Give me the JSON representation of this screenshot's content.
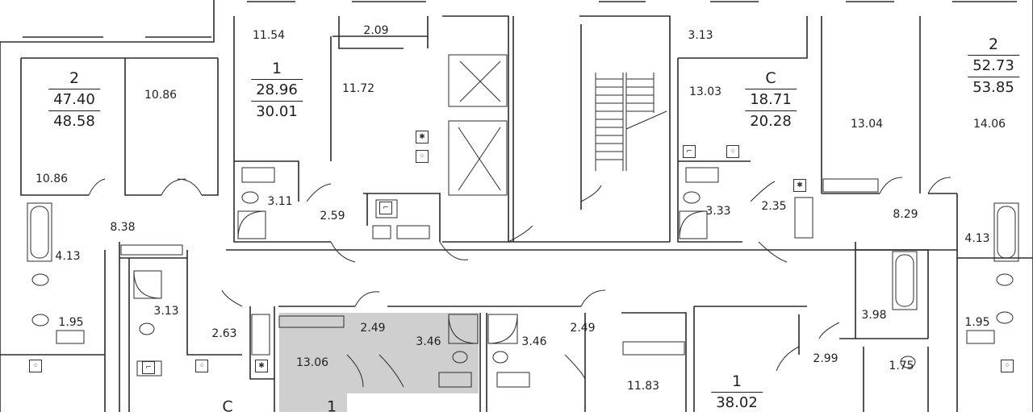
{
  "apartments": [
    {
      "id": "a1",
      "rooms": "2",
      "living": "47.40",
      "total": "48.58"
    },
    {
      "id": "a2",
      "rooms": "1",
      "living": "28.96",
      "total": "30.01"
    },
    {
      "id": "a3",
      "rooms": "С",
      "living": "18.71",
      "total": "20.28"
    },
    {
      "id": "a4",
      "rooms": "2",
      "living": "52.73",
      "total": "53.85"
    },
    {
      "id": "a5",
      "rooms": "1",
      "living": "38.02",
      "total": ""
    },
    {
      "id": "a6",
      "rooms": "С",
      "living": "",
      "total": ""
    },
    {
      "id": "a7",
      "rooms": "1",
      "living": "",
      "total": ""
    }
  ],
  "rooms": [
    {
      "v": "11.54"
    },
    {
      "v": "2.09"
    },
    {
      "v": "3.13"
    },
    {
      "v": "10.86"
    },
    {
      "v": "11.72"
    },
    {
      "v": "13.03"
    },
    {
      "v": "13.04"
    },
    {
      "v": "14.06"
    },
    {
      "v": "10.86"
    },
    {
      "v": "3.11"
    },
    {
      "v": "2.59"
    },
    {
      "v": "3.33"
    },
    {
      "v": "2.35"
    },
    {
      "v": "8.38"
    },
    {
      "v": "8.29"
    },
    {
      "v": "4.13"
    },
    {
      "v": "4.13"
    },
    {
      "v": "1.95"
    },
    {
      "v": "1.95"
    },
    {
      "v": "3.13"
    },
    {
      "v": "2.63"
    },
    {
      "v": "13.06"
    },
    {
      "v": "2.49"
    },
    {
      "v": "3.46"
    },
    {
      "v": "3.46"
    },
    {
      "v": "2.49"
    },
    {
      "v": "11.83"
    },
    {
      "v": "3.98"
    },
    {
      "v": "2.99"
    },
    {
      "v": "1.75"
    }
  ],
  "icons": {
    "fixture": "sanitary-fixture-icon",
    "elevator": "elevator-cross-icon",
    "vent": "ventilation-asterisk-icon"
  }
}
